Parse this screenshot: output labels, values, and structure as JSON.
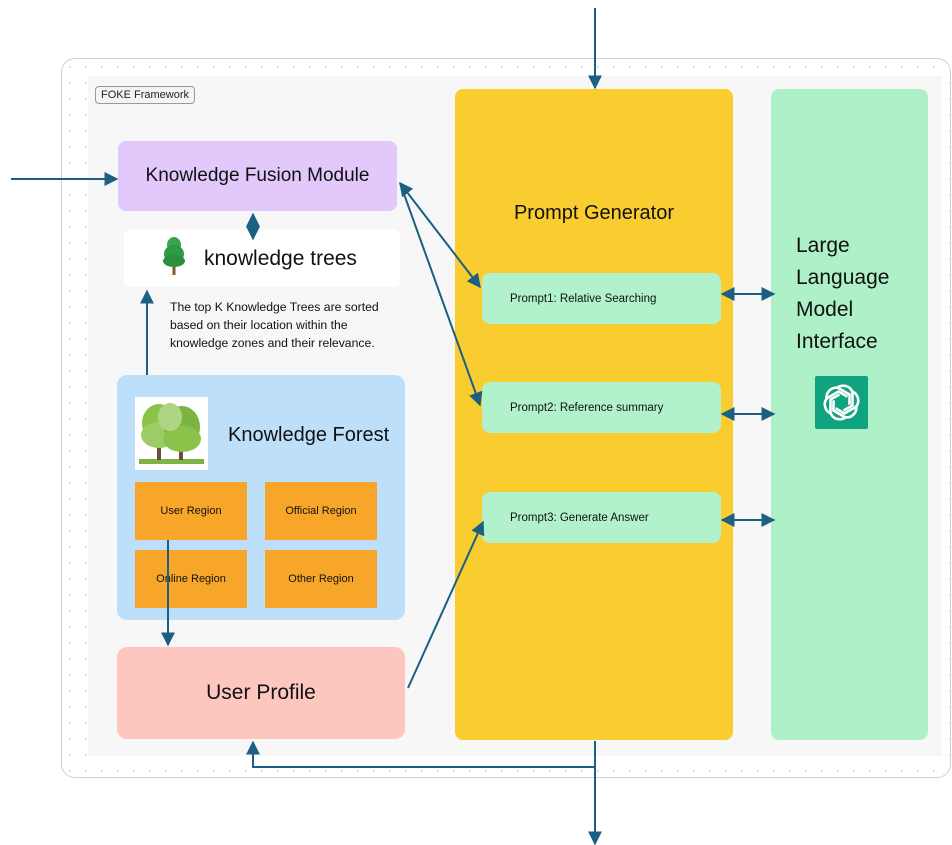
{
  "frame_label": "FOKE Framework",
  "knowledge_fusion_module": "Knowledge Fusion Module",
  "knowledge_trees": "knowledge trees",
  "description": "The top K Knowledge Trees are sorted based on their location within the knowledge zones and their relevance.",
  "knowledge_forest": "Knowledge Forest",
  "regions": [
    "User Region",
    "Official Region",
    "Online Region",
    "Other Region"
  ],
  "user_profile": "User Profile",
  "prompt_generator": "Prompt Generator",
  "prompts": [
    "Prompt1: Relative Searching",
    "Prompt2: Reference summary",
    "Prompt3: Generate Answer"
  ],
  "llm": [
    "Large",
    "Language",
    "Model",
    "Interface"
  ],
  "icons": [
    "tree-icon",
    "forest-trees-icon",
    "openai-logo-icon"
  ],
  "colors": {
    "fusion": "#e2c8fb",
    "forest": "#bedff9",
    "region": "#f7a62a",
    "profile": "#fdc7c0",
    "prompt_generator": "#f9cc30",
    "prompt": "#b1f1cb",
    "llm": "#aef1c9",
    "arrow": "#1b5f82"
  }
}
